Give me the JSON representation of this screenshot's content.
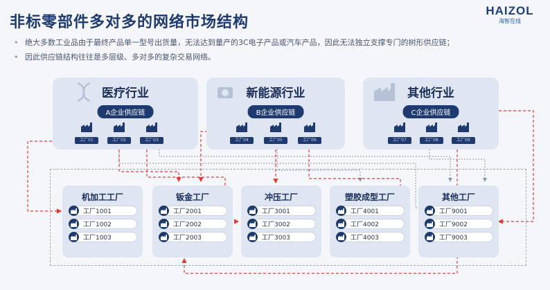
{
  "title": "非标零部件多对多的网络市场结构",
  "logo": {
    "main": "HAIZOL",
    "sub": "海智在线"
  },
  "bullets": [
    "绝大多数工业品由于最终产品单一型号出货量，无法达到量产的3C电子产品或汽车产品，因此无法独立支撑专门的树形供应链；",
    "因此供应链结构往往是多层级、多对多的复杂交易网络。"
  ],
  "industries": [
    {
      "name": "医疗行业",
      "chain": "A企业供应链",
      "icon": "dna-icon",
      "plants": [
        "工厂01",
        "工厂02",
        "工厂03"
      ]
    },
    {
      "name": "新能源行业",
      "chain": "B企业供应链",
      "icon": "engine-icon",
      "plants": [
        "工厂04",
        "工厂05",
        "工厂06"
      ]
    },
    {
      "name": "其他行业",
      "chain": "C企业供应链",
      "icon": "factory-icon",
      "plants": [
        "工厂07",
        "工厂08",
        "工厂09"
      ]
    }
  ],
  "factories": [
    {
      "name": "机加工工厂",
      "subs": [
        "工厂1001",
        "工厂1002",
        "工厂1003"
      ]
    },
    {
      "name": "钣金工厂",
      "subs": [
        "工厂2001",
        "工厂2002",
        "工厂2003"
      ]
    },
    {
      "name": "冲压工厂",
      "subs": [
        "工厂3001",
        "工厂3002",
        "工厂3003"
      ]
    },
    {
      "name": "塑胶成型工厂",
      "subs": [
        "工厂4001",
        "工厂4002",
        "工厂4003"
      ]
    },
    {
      "name": "其他工厂",
      "subs": [
        "工厂9001",
        "工厂9002",
        "工厂9003"
      ]
    }
  ],
  "colors": {
    "primary": "#1e3a6e",
    "panel": "#dfe6f2",
    "link_red": "#e23a3a",
    "link_gray": "#8a96aa"
  }
}
